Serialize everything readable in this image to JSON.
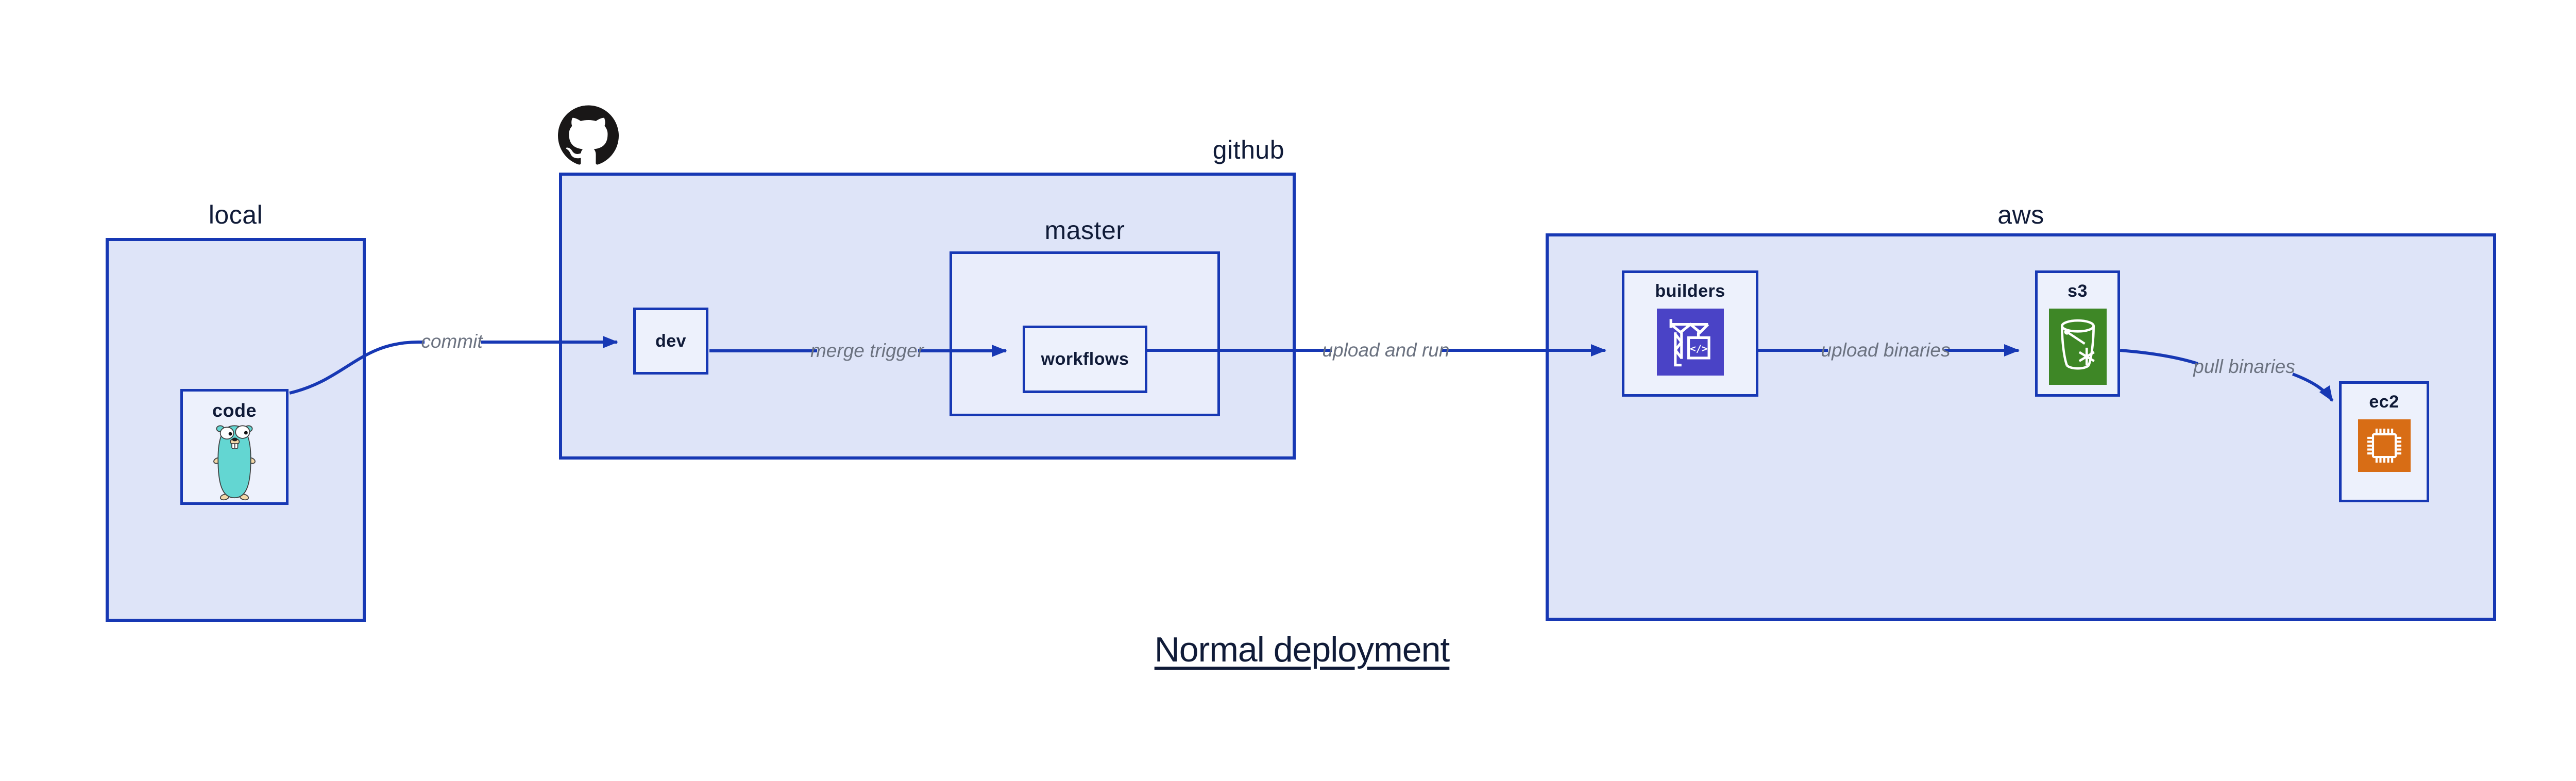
{
  "diagram_title": "Normal deployment",
  "groups": {
    "local": {
      "label": "local"
    },
    "github": {
      "label": "github",
      "logo_icon": "github-octocat-logo",
      "sub_group": {
        "label": "master"
      }
    },
    "aws": {
      "label": "aws"
    }
  },
  "nodes": {
    "code": {
      "label": "code",
      "icon": "go-gopher-icon"
    },
    "dev": {
      "label": "dev"
    },
    "workflows": {
      "label": "workflows"
    },
    "builders": {
      "label": "builders",
      "icon": "codebuild-crane-icon"
    },
    "s3": {
      "label": "s3",
      "icon": "s3-glacier-bucket-icon"
    },
    "ec2": {
      "label": "ec2",
      "icon": "ec2-chip-icon"
    }
  },
  "edges": [
    {
      "from": "code",
      "to": "dev",
      "label": "commit"
    },
    {
      "from": "dev",
      "to": "workflows",
      "label": "merge trigger"
    },
    {
      "from": "workflows",
      "to": "builders",
      "label": "upload and run"
    },
    {
      "from": "builders",
      "to": "s3",
      "label": "upload binaries"
    },
    {
      "from": "s3",
      "to": "ec2",
      "label": "pull binaries"
    }
  ],
  "colors": {
    "border_blue": "#1738b4",
    "group_fill": "#dee4f8",
    "node_fill": "#edf1fc",
    "label_dark": "#101b38",
    "edge_label_gray": "#6b7280",
    "octocat_black": "#191717",
    "codebuild_purple": "#4a43c6",
    "s3_glacier_green": "#3e8726",
    "ec2_orange": "#d86d15",
    "gopher_teal": "#63d6d2"
  }
}
